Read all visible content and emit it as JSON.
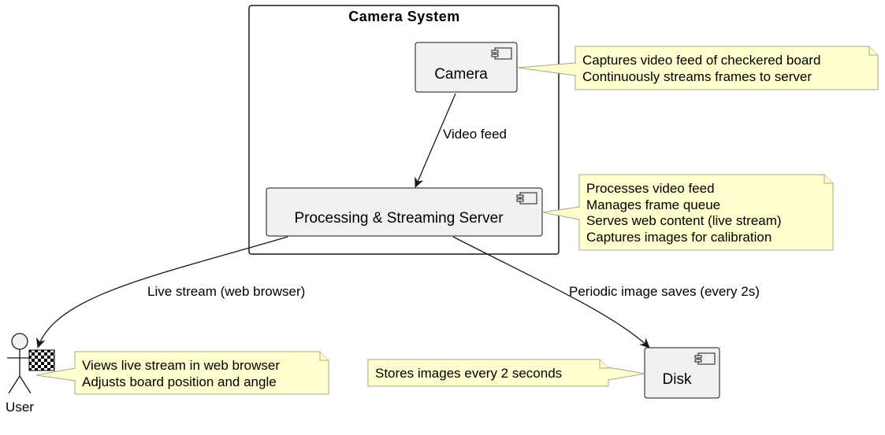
{
  "package": {
    "title": "Camera System"
  },
  "components": {
    "camera": "Camera",
    "server": "Processing & Streaming Server",
    "disk": "Disk"
  },
  "actor": {
    "label": "User"
  },
  "notes": {
    "camera": [
      "Captures video feed of checkered board",
      "Continuously streams frames to server"
    ],
    "server": [
      "Processes video feed",
      "Manages frame queue",
      "Serves web content (live stream)",
      "Captures images for calibration"
    ],
    "user": [
      "Views live stream in web browser",
      "Adjusts board position and angle"
    ],
    "disk": [
      "Stores images every 2 seconds"
    ]
  },
  "edges": {
    "camera_to_server": "Video feed",
    "server_to_user": "Live stream (web browser)",
    "server_to_disk": "Periodic image saves (every 2s)"
  },
  "colors": {
    "component_fill": "#f1f1f1",
    "note_fill": "#fefece",
    "note_border": "#a8a88a",
    "stroke": "#181818"
  },
  "icons": [
    "component-icon",
    "checkered-board-icon",
    "stick-figure-icon"
  ]
}
